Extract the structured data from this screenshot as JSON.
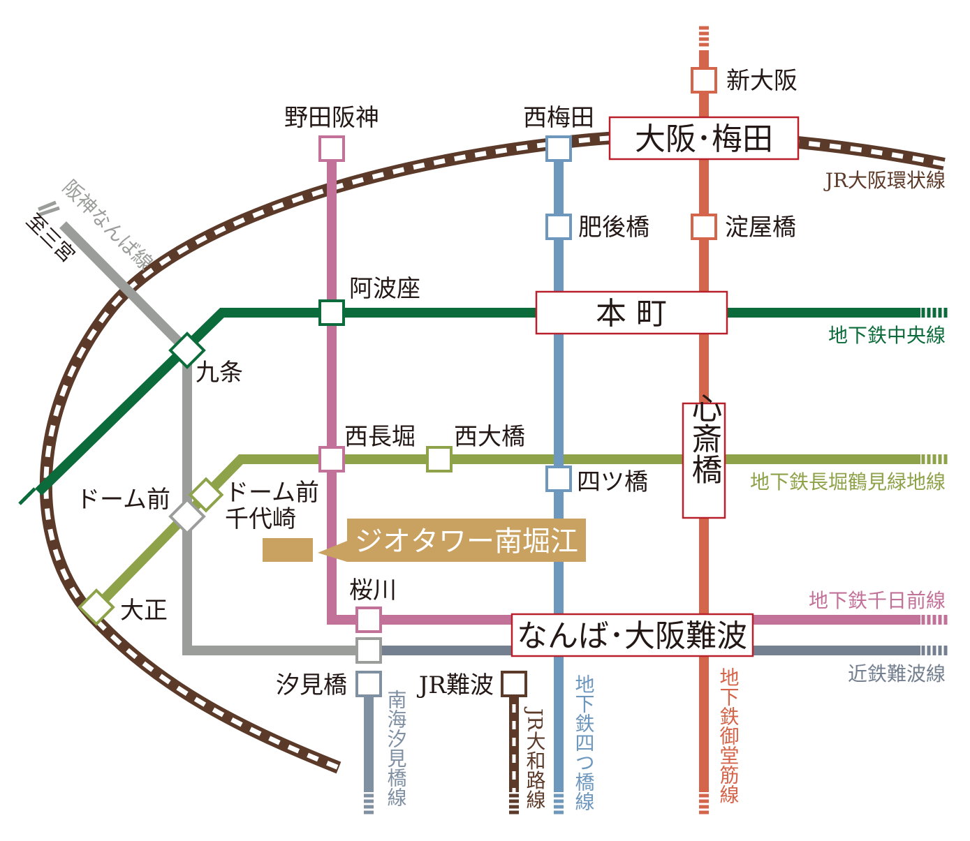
{
  "colors": {
    "jr_brown": "#5b3a29",
    "chuo_green": "#0c6b3a",
    "nagahori_olive": "#8ea24a",
    "sennichimae_pink": "#c27199",
    "yotsubashi_blue": "#6e97be",
    "midosuji_red": "#d5654a",
    "hanshin_gray": "#9a9d9a",
    "kintetsu_slate": "#74808f",
    "nankai_slate": "#8090a3",
    "major_box_border": "#b8202c",
    "highlight_gold": "#c9a262",
    "text_dark": "#231815"
  },
  "lines": {
    "jr_loop": "JR大阪環状線",
    "chuo": "地下鉄中央線",
    "nagahori": "地下鉄長堀鶴見緑地線",
    "sennichimae": "地下鉄千日前線",
    "kintetsu": "近鉄難波線",
    "hanshin_namba": "阪神なんば線",
    "hanshin_dest": "至三宮",
    "nankai": "南海汐見橋線",
    "jr_yamatoji": "JR大和路線",
    "yotsubashi": "地下鉄四つ橋線",
    "midosuji": "地下鉄御堂筋線"
  },
  "stations": {
    "shin_osaka": "新大阪",
    "noda_hanshin": "野田阪神",
    "nishi_umeda": "西梅田",
    "osaka_umeda": "大阪･梅田",
    "higobashi": "肥後橋",
    "yodoyabashi": "淀屋橋",
    "awaza": "阿波座",
    "hommachi": "本 町",
    "kujo": "九条",
    "nishi_nagahori": "西長堀",
    "nishi_ohashi": "西大橋",
    "shinsaibashi": "心斎橋",
    "yotsubashi": "四ツ橋",
    "dome_mae": "ドーム前",
    "dome_mae_chiyozaki_1": "ドーム前",
    "dome_mae_chiyozaki_2": "千代崎",
    "taisho": "大正",
    "sakuragawa": "桜川",
    "namba": "なんば･大阪難波",
    "shiomibashi": "汐見橋",
    "jr_namba": "JR難波"
  },
  "property": {
    "name": "ジオタワー南堀江"
  }
}
